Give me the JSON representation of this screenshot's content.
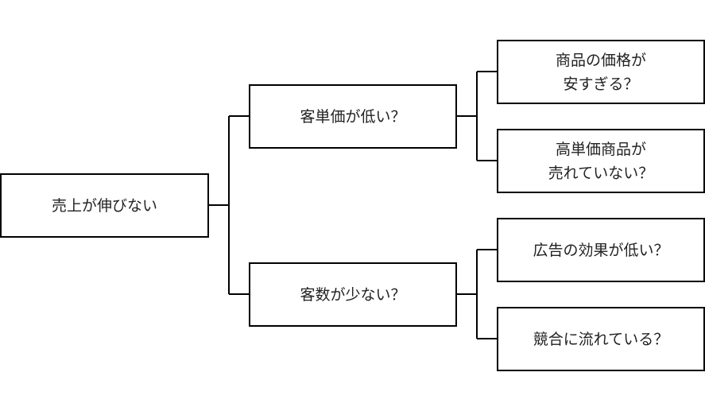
{
  "diagram": {
    "root": {
      "label": "売上が伸びない"
    },
    "level1": [
      {
        "label": "客単価が低い？",
        "children": [
          {
            "lines": [
              "商品の価格が",
              "安すぎる？"
            ]
          },
          {
            "lines": [
              "高単価商品が",
              "売れていない？"
            ]
          }
        ]
      },
      {
        "label": "客数が少ない？",
        "children": [
          {
            "lines": [
              "広告の効果が低い？"
            ]
          },
          {
            "lines": [
              "競合に流れている？"
            ]
          }
        ]
      }
    ]
  }
}
